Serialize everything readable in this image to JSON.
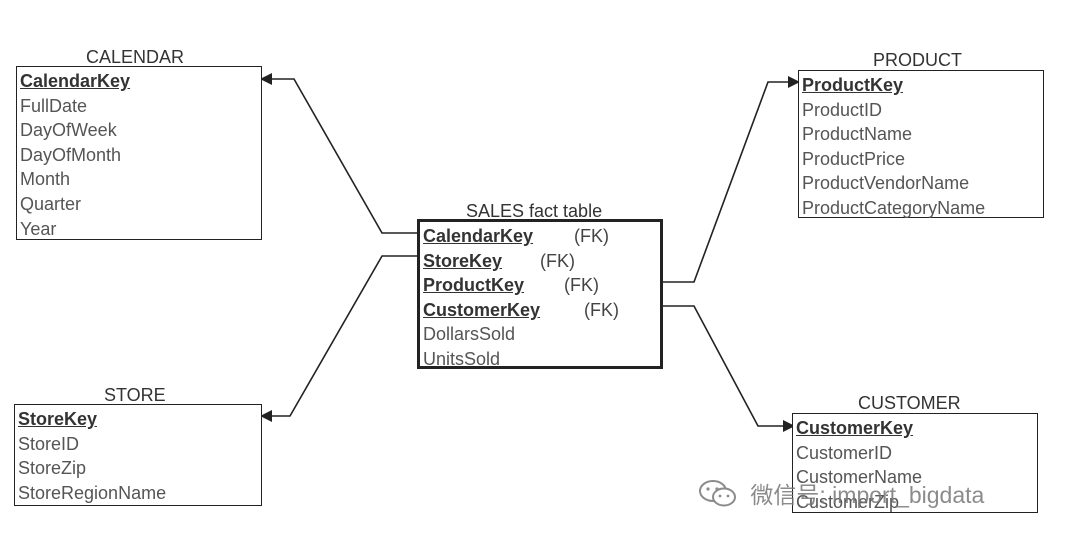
{
  "entities": {
    "calendar": {
      "title": "CALENDAR",
      "key": "CalendarKey",
      "fields": [
        "FullDate",
        "DayOfWeek",
        "DayOfMonth",
        "Month",
        "Quarter",
        "Year"
      ]
    },
    "product": {
      "title": "PRODUCT",
      "key": "ProductKey",
      "fields": [
        "ProductID",
        "ProductName",
        "ProductPrice",
        "ProductVendorName",
        "ProductCategoryName"
      ]
    },
    "sales": {
      "title": "SALES fact table",
      "keys": [
        {
          "name": "CalendarKey",
          "tag": "(FK)"
        },
        {
          "name": "StoreKey",
          "tag": "(FK)"
        },
        {
          "name": "ProductKey",
          "tag": "(FK)"
        },
        {
          "name": "CustomerKey",
          "tag": "(FK)"
        }
      ],
      "fields": [
        "DollarsSold",
        "UnitsSold"
      ]
    },
    "store": {
      "title": "STORE",
      "key": "StoreKey",
      "fields": [
        "StoreID",
        "StoreZip",
        "StoreRegionName"
      ]
    },
    "customer": {
      "title": "CUSTOMER",
      "key": "CustomerKey",
      "fields": [
        "CustomerID",
        "CustomerName",
        "CustomerZip"
      ]
    }
  },
  "watermark": {
    "icon": "wechat-icon",
    "text": "微信号: import_bigdata"
  },
  "colors": {
    "line": "#222222",
    "text": "#555555"
  }
}
